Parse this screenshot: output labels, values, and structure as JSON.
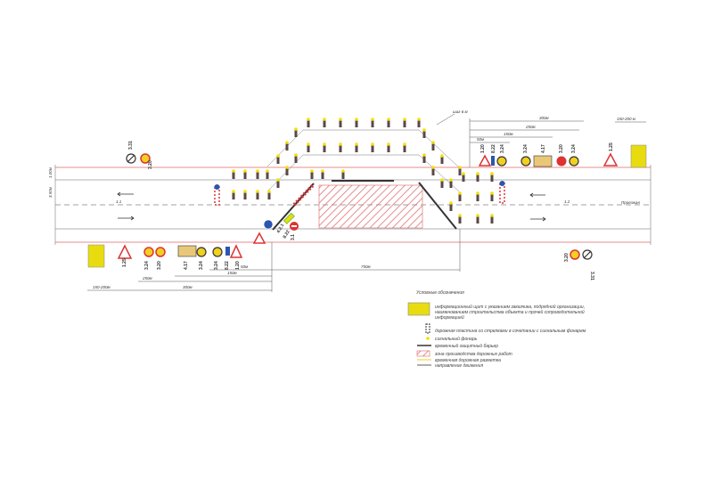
{
  "legend": {
    "title": "Условные обозначения",
    "items": [
      "информационный щит с указанием заказчика, подрядной организации,",
      "наименованием строительства объекта и прочей сопроводительной",
      "информацией",
      "дорожная пластина со стрелками в сочетании с сигнальным фонарем",
      "сигнальный фонарь",
      "временный защитный барьер",
      "зона производства дорожных работ",
      "временная дорожная разметка",
      "направление движения"
    ]
  },
  "signs": {
    "left_top": [
      "3.31",
      "3.20"
    ],
    "bottom_left": [
      "1.25",
      "3.24",
      "3.20",
      "4.17",
      "3.24",
      "3.24",
      "8.22",
      "1.20"
    ],
    "center": [
      "4.2.1",
      "8.22",
      "3.1"
    ],
    "top_right": [
      "1.20",
      "8.22",
      "3.24",
      "3.24",
      "4.17",
      "3.20",
      "3.24",
      "1.25"
    ],
    "right_bottom": [
      "3.20",
      "3.31"
    ]
  },
  "dimensions": {
    "d300_left": "300м",
    "d250_left": "250м",
    "d150_left": "150м",
    "d50_left": "50м",
    "d150_200_left": "150-200м",
    "d750": "750м",
    "d300_right": "300м",
    "d250_right": "250м",
    "d150_right": "150м",
    "d50_right": "50м",
    "d150_200_right": "150-200 м",
    "shag": "шаг 6 м",
    "lane1": "3.50м",
    "lane2": "1.00м",
    "marking": "1.1",
    "marking2": "1.2",
    "road_name": "Проезжая"
  },
  "colors": {
    "red": "#d33",
    "yellow": "#e8dc10",
    "lamp": "#f5e000",
    "post": "#5a4848",
    "blue": "#2a56b0",
    "orange": "#e87a10"
  }
}
